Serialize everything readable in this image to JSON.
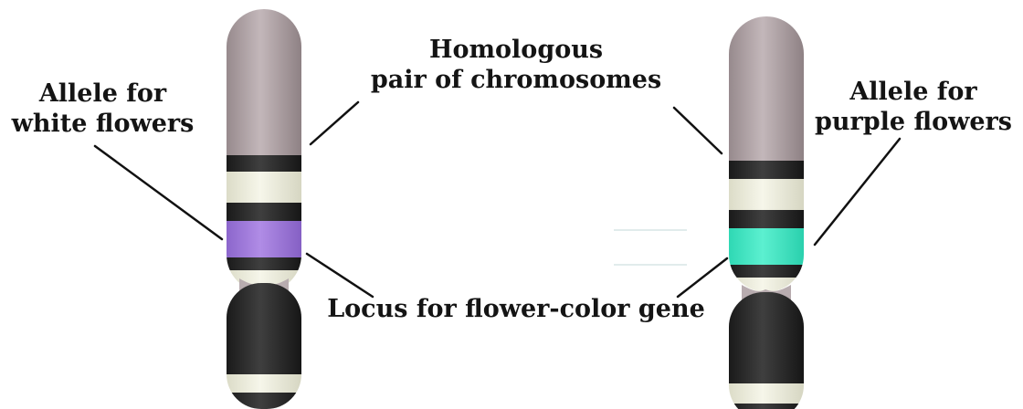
{
  "labels": {
    "allele_white": [
      "Allele for",
      "white flowers"
    ],
    "homologous": [
      "Homologous",
      "pair of chromosomes"
    ],
    "allele_purple": [
      "Allele for",
      "purple flowers"
    ],
    "locus": "Locus for flower-color gene"
  },
  "colors": {
    "arm": "#ab9ea1",
    "dark_band": "#232323",
    "light_band": "#eeeedc",
    "white_allele": "#9e79d9",
    "purple_allele": "#3ae7c2",
    "lower_arm": "#2d2d2d",
    "pointer_line": "#111111"
  }
}
